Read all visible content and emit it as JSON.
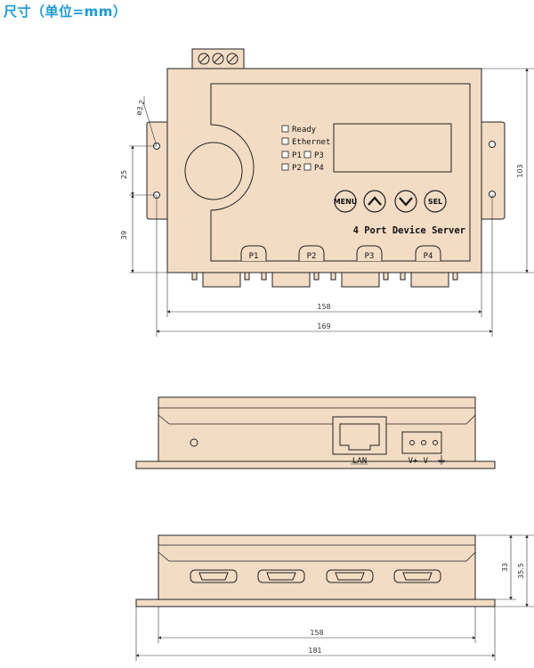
{
  "title": "尺寸（单位=mm）",
  "colors": {
    "body": "#f3dcc4",
    "line": "#222222",
    "title": "#1a9ad9"
  },
  "front": {
    "hole_dia": "ø3.2",
    "leds": {
      "ready": "Ready",
      "ethernet": "Ethernet",
      "p1": "P1",
      "p2": "P2",
      "p3": "P3",
      "p4": "P4"
    },
    "buttons": {
      "menu": "MENU",
      "sel": "SEL",
      "up": "up-arrow-icon",
      "down": "down-arrow-icon"
    },
    "device_name": "4 Port Device Server",
    "ports": [
      "P1",
      "P2",
      "P3",
      "P4"
    ],
    "dims": {
      "left_upper": "25",
      "left_lower": "39",
      "right_height": "103",
      "bottom_inner": "158",
      "bottom_outer": "169"
    }
  },
  "side": {
    "lan": "LAN",
    "power": {
      "vplus": "V+",
      "vminus": "V-",
      "ground": "⏚"
    }
  },
  "bottom_view": {
    "dims": {
      "h1": "33",
      "h2": "35.5",
      "inner": "158",
      "outer": "181"
    }
  }
}
